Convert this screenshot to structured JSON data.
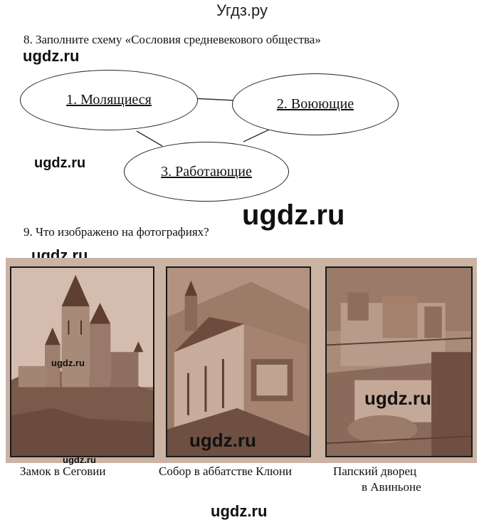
{
  "site_title": "Угдз.ру",
  "watermark": "ugdz.ru",
  "task8": {
    "text": "8.  Заполните схему «Сословия средневекового общества»",
    "nodes": [
      "1. Молящиеся",
      "2. Воюющие",
      "3. Работающие"
    ]
  },
  "task9": {
    "text": "9.  Что изображено на фотографиях?",
    "photos": [
      {
        "icon": "segovia-castle-photo",
        "caption": "Замок в Сеговии"
      },
      {
        "icon": "cluny-abbey-photo",
        "caption": "Собор в аббатстве Клюни"
      },
      {
        "icon": "avignon-palace-photo",
        "caption_line1": "Папский дворец",
        "caption_line2": "в Авиньоне"
      }
    ]
  },
  "colors": {
    "sepia_light": "#cbb3a4",
    "sepia_mid": "#a37e6a",
    "sepia_dark": "#5e3f30"
  }
}
